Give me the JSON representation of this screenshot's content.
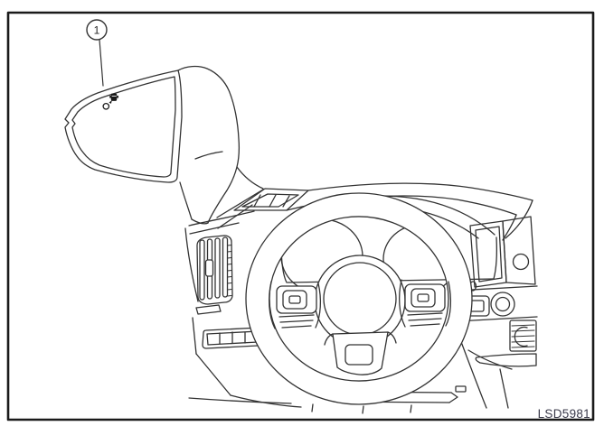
{
  "figure": {
    "code": "LSD5981",
    "callout": {
      "label": "1",
      "target": "blind-spot-warning-indicator-on-outside-mirror"
    },
    "subjects": [
      "driver-side-outside-mirror",
      "blind-spot-warning-indicator",
      "dashboard",
      "steering-wheel",
      "instrument-cluster",
      "left-air-vent",
      "defroster-vent",
      "center-stack-knob"
    ]
  },
  "icons": {
    "blind_spot_warning": "blind-spot-warning-indicator-icon",
    "callout_marker": "callout-circle-1"
  },
  "colors": {
    "background": "#ffffff",
    "line": "#333333",
    "frame": "#1a1a1a",
    "code_text": "#3a3a4a"
  }
}
